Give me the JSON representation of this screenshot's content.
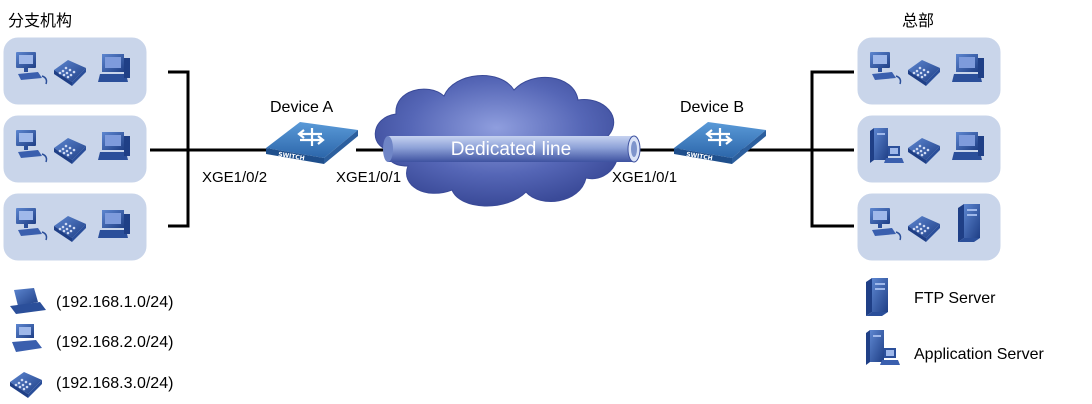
{
  "branch": {
    "title": "分支机构",
    "port": "XGE1/0/2"
  },
  "hq": {
    "title": "总部"
  },
  "device_a": {
    "name": "Device A",
    "port": "XGE1/0/1",
    "badge": "SWITCH"
  },
  "device_b": {
    "name": "Device B",
    "port": "XGE1/0/1",
    "badge": "SWITCH"
  },
  "link": {
    "label": "Dedicated line"
  },
  "legend": {
    "left": [
      {
        "icon": "laptop-icon",
        "text": "(192.168.1.0/24)"
      },
      {
        "icon": "pc-icon",
        "text": "(192.168.2.0/24)"
      },
      {
        "icon": "ip-phone-icon",
        "text": "(192.168.3.0/24)"
      }
    ],
    "right": [
      {
        "icon": "ftp-server-icon",
        "text": "FTP Server"
      },
      {
        "icon": "application-server-icon",
        "text": "Application Server"
      }
    ]
  },
  "colors": {
    "group_box": "#c9d5ea",
    "cloud": "#4455a7",
    "switch": "#3a76b8",
    "device_icon": "#2b4f9a",
    "tube": "#7f95cc"
  }
}
